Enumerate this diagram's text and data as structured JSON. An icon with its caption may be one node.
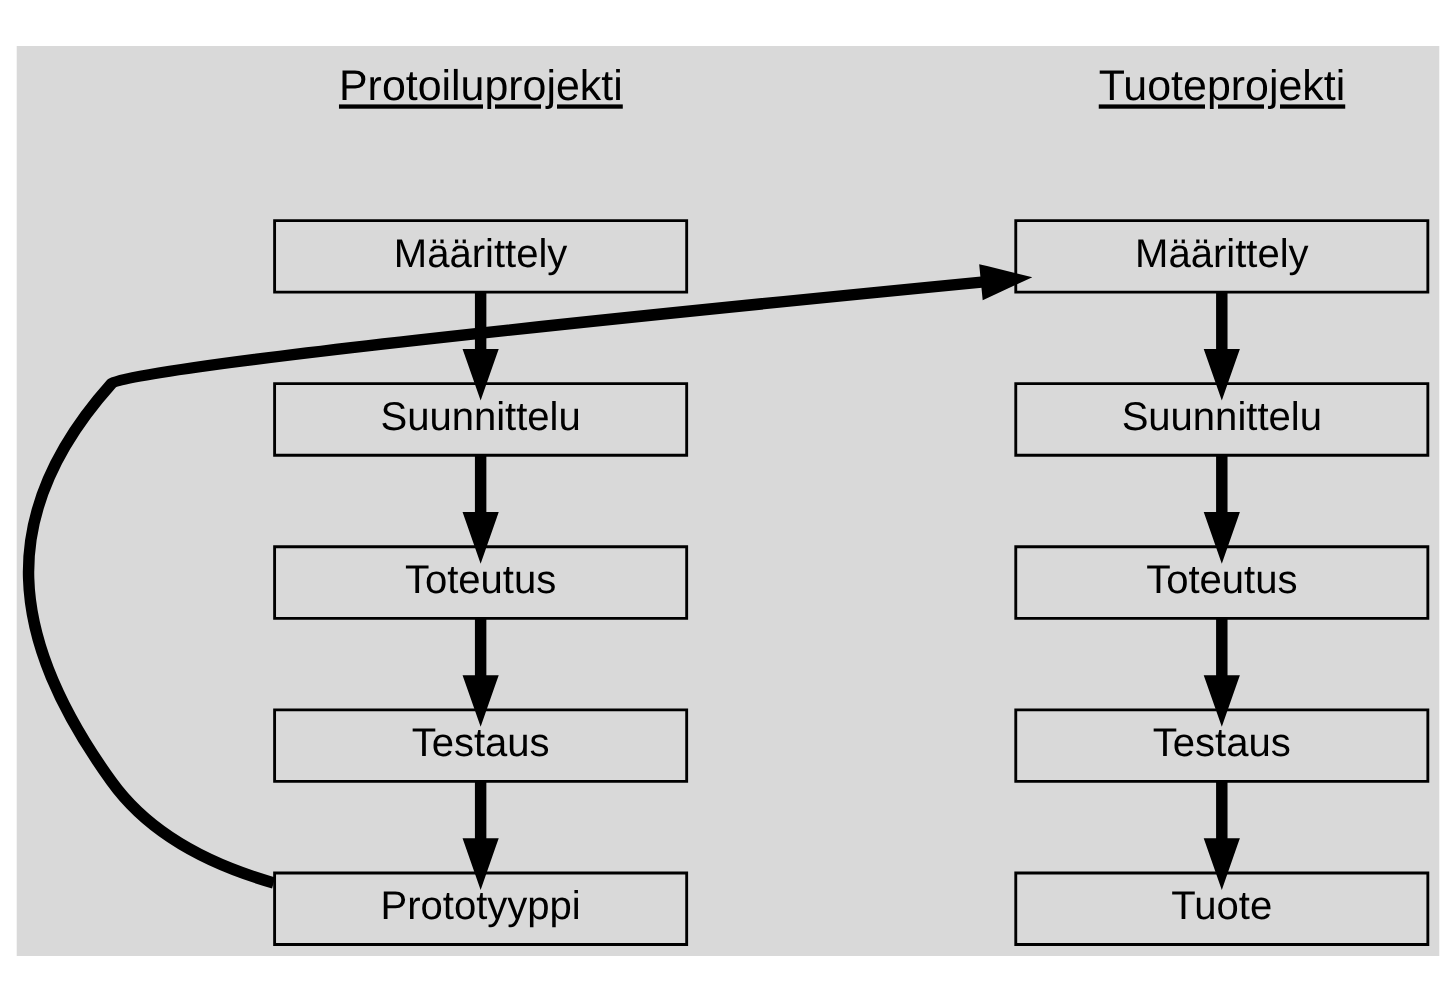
{
  "diagram": {
    "nodes": [
      {
        "text": [
          "Määrittely"
        ]
      },
      {
        "text": [
          "Suunnittelu"
        ]
      },
      {
        "text": [
          "Toteutus"
        ]
      },
      {
        "text": [
          "Testaus"
        ]
      },
      {
        "text": [
          "Prototyyppi"
        ]
      },
      {
        "text": [
          "Määrittely"
        ]
      },
      {
        "text": [
          "Suunnittelu"
        ]
      },
      {
        "text": [
          "Toteutus"
        ]
      },
      {
        "text": [
          "Testaus"
        ]
      },
      {
        "text": [
          "Tuote"
        ]
      }
    ],
    "edges": [
      {
        "from": 0,
        "to": 1,
        "arrow": "to"
      },
      {
        "from": 1,
        "to": 2,
        "arrow": "to"
      },
      {
        "from": 2,
        "to": 3,
        "arrow": "to"
      },
      {
        "from": 3,
        "to": 4,
        "arrow": "to"
      },
      {
        "from": 4,
        "to": 5,
        "arrow": "to"
      },
      {
        "from": 5,
        "to": 6,
        "arrow": "to"
      },
      {
        "from": 6,
        "to": 7,
        "arrow": "to"
      },
      {
        "from": 7,
        "to": 8,
        "arrow": "to"
      },
      {
        "from": 8,
        "to": 9,
        "arrow": "to"
      }
    ],
    "labels": [
      "Protoiluprojekti",
      "Tuoteprojekti"
    ]
  }
}
